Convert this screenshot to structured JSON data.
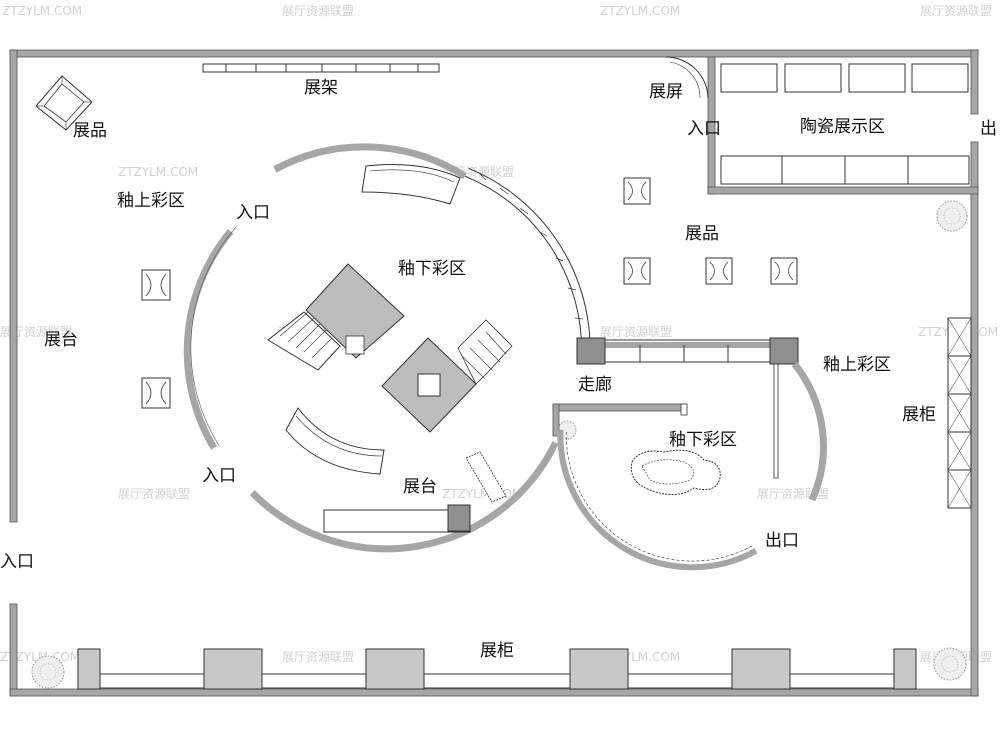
{
  "colors": {
    "wall": "#a6a6a6",
    "dark_block": "#8f8f8f",
    "display_gray": "#c8c8c8",
    "line": "#333333",
    "label": "#111111",
    "watermark": "#d2d2d2"
  },
  "watermarks": {
    "site": "ZTZYLM.COM",
    "alliance": "展厅资源联盟"
  },
  "labels": {
    "shelf": "展架",
    "exhibit_top_left": "展品",
    "overglaze_left": "釉上彩区",
    "entrance_circle_top": "入口",
    "underglaze_center": "釉下彩区",
    "stage_left": "展台",
    "entrance_circle_bottom": "入口",
    "stage_bottom": "展台",
    "entrance_outer_left": "入口",
    "screen": "展屏",
    "entrance_ceramic": "入口",
    "ceramic_zone": "陶瓷展示区",
    "exit_right_edge": "出",
    "exhibit_right": "展品",
    "corridor": "走廊",
    "overglaze_right": "釉上彩区",
    "cabinet_right": "展柜",
    "underglaze_right": "釉下彩区",
    "exit_bottom": "出口",
    "cabinet_bottom": "展柜"
  }
}
